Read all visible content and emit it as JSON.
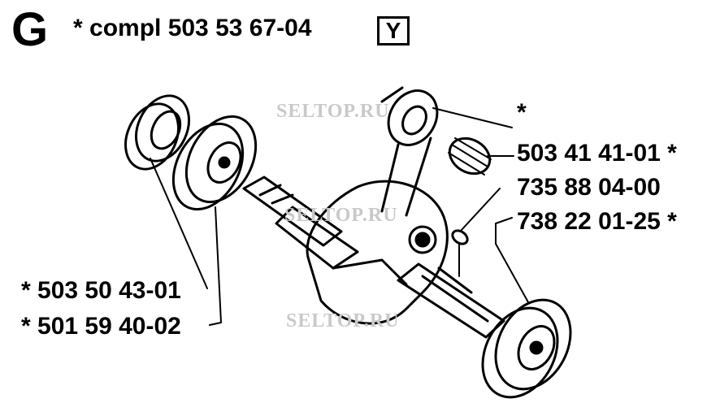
{
  "header": {
    "section_letter": "G",
    "assembly_label": "*  compl 503 53 67-04",
    "variant_badge": "Y"
  },
  "watermarks": [
    "SELTOP.RU",
    "SELTOP.RU",
    "SELTOP.RU"
  ],
  "parts": {
    "star_top": "*",
    "needle_bearing": "503 41 41-01  *",
    "key": "735 88 04-00",
    "right_bearing": "738 22 01-25  *",
    "seal_left": "*  503 50 43-01",
    "bearing_left": "*  501 59 40-02"
  }
}
